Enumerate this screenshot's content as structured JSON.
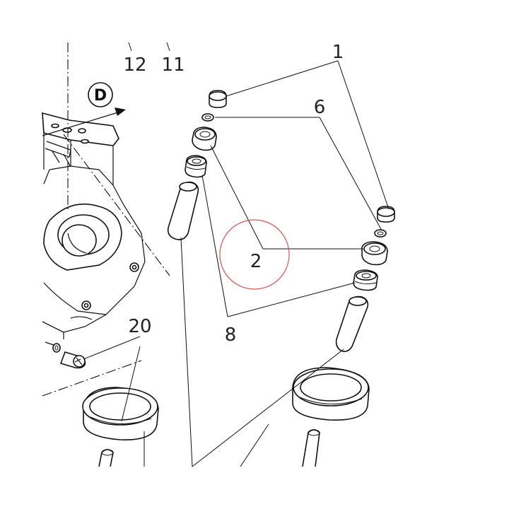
{
  "callouts": {
    "c1": "1",
    "c2": "2",
    "c6": "6",
    "c8": "8",
    "c11": "11",
    "c12": "12",
    "c20": "20",
    "view_d": "D"
  },
  "colors": {
    "line": "#111111",
    "text": "#222222",
    "highlight_circle": "#d9534f",
    "background": "#ffffff"
  }
}
